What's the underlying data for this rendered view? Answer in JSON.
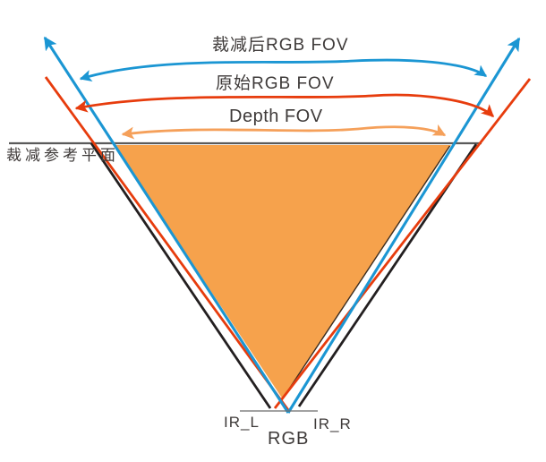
{
  "diagram": {
    "labels": {
      "cropped_rgb_fov": "裁减后RGB FOV",
      "original_rgb_fov": "原始RGB FOV",
      "depth_fov": "Depth FOV",
      "crop_reference_plane": "裁减参考平面",
      "ir_left": "IR_L",
      "ir_right": "IR_R",
      "rgb": "RGB"
    },
    "colors": {
      "cropped_blue": "#1b96d3",
      "original_red": "#e73c0d",
      "depth_orange": "#f5a05a",
      "depth_fill": "#f6a24c",
      "depth_edge": "#3a2d22",
      "ir_black": "#231f20",
      "reference_gray": "#5a5a5a",
      "baseline_gray": "#6b6b6b",
      "text": "#3e3a39"
    },
    "icons": {
      "blue_ray_arrowheads": "arrow-up-icon",
      "curve_arrowheads": "double-ended-arrow-icon"
    }
  }
}
